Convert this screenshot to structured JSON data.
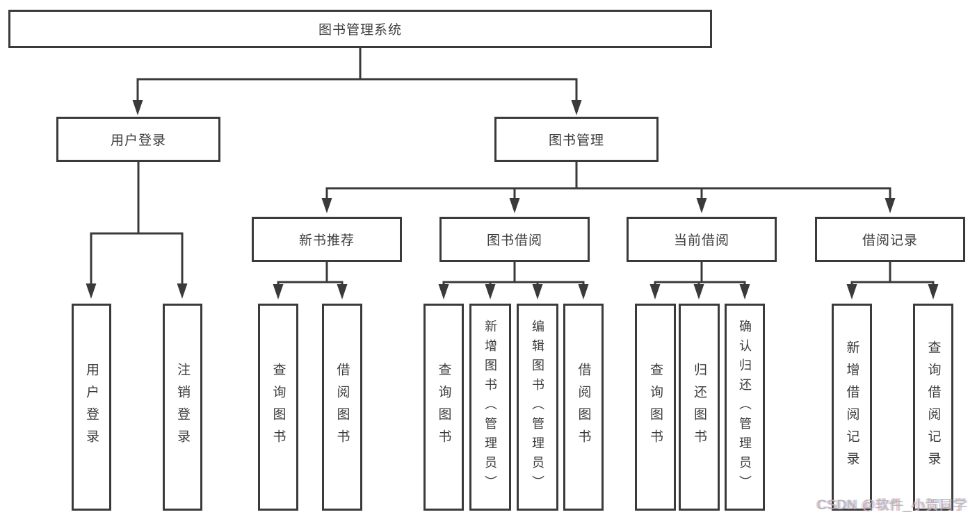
{
  "tree": {
    "root": {
      "label": "图书管理系统"
    },
    "children": [
      {
        "label": "用户登录",
        "children": [
          {
            "label": "用户登录"
          },
          {
            "label": "注销登录"
          }
        ]
      },
      {
        "label": "图书管理",
        "children": [
          {
            "label": "新书推荐",
            "children": [
              {
                "label": "查询图书"
              },
              {
                "label": "借阅图书"
              }
            ]
          },
          {
            "label": "图书借阅",
            "children": [
              {
                "label": "查询图书"
              },
              {
                "label": "新增图书（管理员）"
              },
              {
                "label": "编辑图书（管理员）"
              },
              {
                "label": "借阅图书"
              }
            ]
          },
          {
            "label": "当前借阅",
            "children": [
              {
                "label": "查询图书"
              },
              {
                "label": "归还图书"
              },
              {
                "label": "确认归还（管理员）"
              }
            ]
          },
          {
            "label": "借阅记录",
            "children": [
              {
                "label": "新增借阅记录"
              },
              {
                "label": "查询借阅记录"
              }
            ]
          }
        ]
      }
    ]
  },
  "watermark": {
    "text": "CSDN @软件_小贺同学"
  },
  "colors": {
    "line": "#3a3a3a",
    "text": "#3c3c3c",
    "background": "#ffffff",
    "watermark": "#b6b6b6"
  }
}
